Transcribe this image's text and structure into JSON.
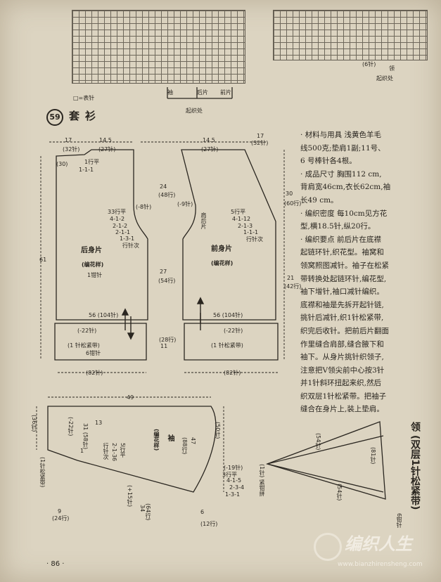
{
  "top_grid": {
    "legend": "□=表针",
    "labels": [
      "袖",
      "后片",
      "前片"
    ],
    "start_label": "起织处",
    "right_labels": [
      "(6针)",
      "领",
      "起织处"
    ]
  },
  "pattern": {
    "number": "59",
    "title": "套衫"
  },
  "back": {
    "name": "后身片",
    "stitch": "(编花样)",
    "count": "1钳针",
    "dims": [
      "17",
      "(32针)",
      "14.5",
      "(27针)",
      "1行平",
      "1-1-1",
      "(30)",
      "24",
      "(48行)",
      "(-8针)",
      "33行平",
      "4-1-2",
      "2-1-2",
      "2-1-1",
      "1-3-1",
      "行针次",
      "27",
      "(54行)",
      "56 (104针)",
      "(-22针)",
      "(1 针松紧带)",
      "6钳针",
      "(82针)",
      "61",
      "11",
      "(28行)"
    ]
  },
  "front": {
    "name": "前身片",
    "stitch": "(编花样)",
    "dims": [
      "14.5",
      "(27针)",
      "17",
      "(32针)",
      "(-9针)",
      "肩后片",
      "5行平",
      "4-1-12",
      "2-1-3",
      "1-1-1",
      "行针次",
      "30",
      "(60行)",
      "21",
      "(42行)",
      "56 (104针)",
      "(-22针)",
      "(1 针松紧带)",
      "(82针)"
    ]
  },
  "sleeve": {
    "name": "袖",
    "stitch": "(编花样)",
    "dims": [
      "49",
      "(36针)",
      "(-22针)",
      "31 (58针)",
      "13",
      "1",
      "5行平",
      "2-1-36",
      "行针次",
      "(50针)",
      "47",
      "(88行)",
      "(-19针)",
      "3行平",
      "4-1-5",
      "2-3-4",
      "1-3-1",
      "(+15针)",
      "34",
      "(64行)",
      "(1针松紧带)",
      "9",
      "(24行)",
      "6",
      "(12行)"
    ]
  },
  "collar": {
    "dims": [
      "(54针)",
      "(81针)",
      "(54针)",
      "(1针) 紧钳拼",
      "领 (双层1针松紧带)",
      "6钳针"
    ]
  },
  "notes": [
    "· 材料与用具  浅黄色羊毛",
    "线500克;垫肩1副;11号、",
    "6 号棒针各4根。",
    "· 成品尺寸  胸围112 cm,",
    "背肩宽46cm,衣长62cm,袖",
    "长49 cm。",
    "· 编织密度  每10cm见方花",
    "型,横18.5针,纵20行。",
    "· 编织要点  前后片在底襟",
    "起链环针,织花型。袖窝和",
    "领窝照图减针。袖子在松紧",
    "带转换处起链环针,编花型,",
    "袖下增针,袖口减针编织。",
    "底襟和袖是先拆开起针链,",
    "挑针后减针,织1针松紧带,",
    "织完后收针。把前后片翻面",
    "作里缝合肩部,缝合腋下和",
    "袖下。从身片挑针织领子,",
    "注意把V领尖前中心按3针",
    "并1针斜环扭起来织,然后",
    "织双层1针松紧带。把袖子",
    "缝合在身片上,装上垫肩。"
  ],
  "page_number": "· 86 ·",
  "watermark": {
    "brand": "编织人生",
    "url": "www.bianzhirensheng.com"
  }
}
